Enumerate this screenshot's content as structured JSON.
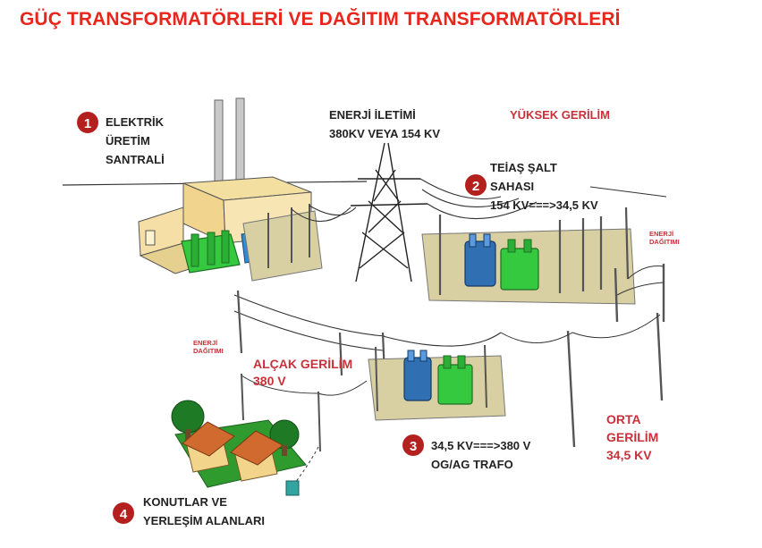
{
  "title": "GÜÇ TRANSFORMATÖRLERİ VE DAĞITIM TRANSFORMATÖRLERİ",
  "colors": {
    "title": "#e8261c",
    "accent_red": "#c9313a",
    "marker": "#b3201d",
    "ground": "#d8cfa2",
    "transformer_green": "#35c93f",
    "transformer_blue": "#2f6fb2",
    "roof": "#d06a2e"
  },
  "labels": {
    "step1": {
      "number": "1",
      "line1": "ELEKTRİK",
      "line2": "ÜRETİM",
      "line3": "SANTRALİ"
    },
    "transmission": {
      "line1": "ENERJİ İLETİMİ",
      "line2": "380KV VEYA 154 KV"
    },
    "high_voltage": "YÜKSEK GERİLİM",
    "step2": {
      "number": "2",
      "line1": "TEİAŞ ŞALT",
      "line2": "SAHASI",
      "line3": "154 KV===>34,5 KV"
    },
    "dist_right": {
      "line1": "ENERJİ",
      "line2": "DAĞITIMI"
    },
    "dist_left": {
      "line1": "ENERJİ",
      "line2": "DAĞITIMI"
    },
    "low_voltage": {
      "line1": "ALÇAK GERİLİM",
      "line2": "380 V"
    },
    "medium_voltage": {
      "line1": "ORTA",
      "line2": "GERİLİM",
      "line3": "34,5 KV"
    },
    "step3": {
      "number": "3",
      "line1": "34,5 KV===>380 V",
      "line2": "OG/AG TRAFO"
    },
    "step4": {
      "number": "4",
      "line1": "KONUTLAR VE",
      "line2": "YERLEŞİM ALANLARI"
    }
  }
}
